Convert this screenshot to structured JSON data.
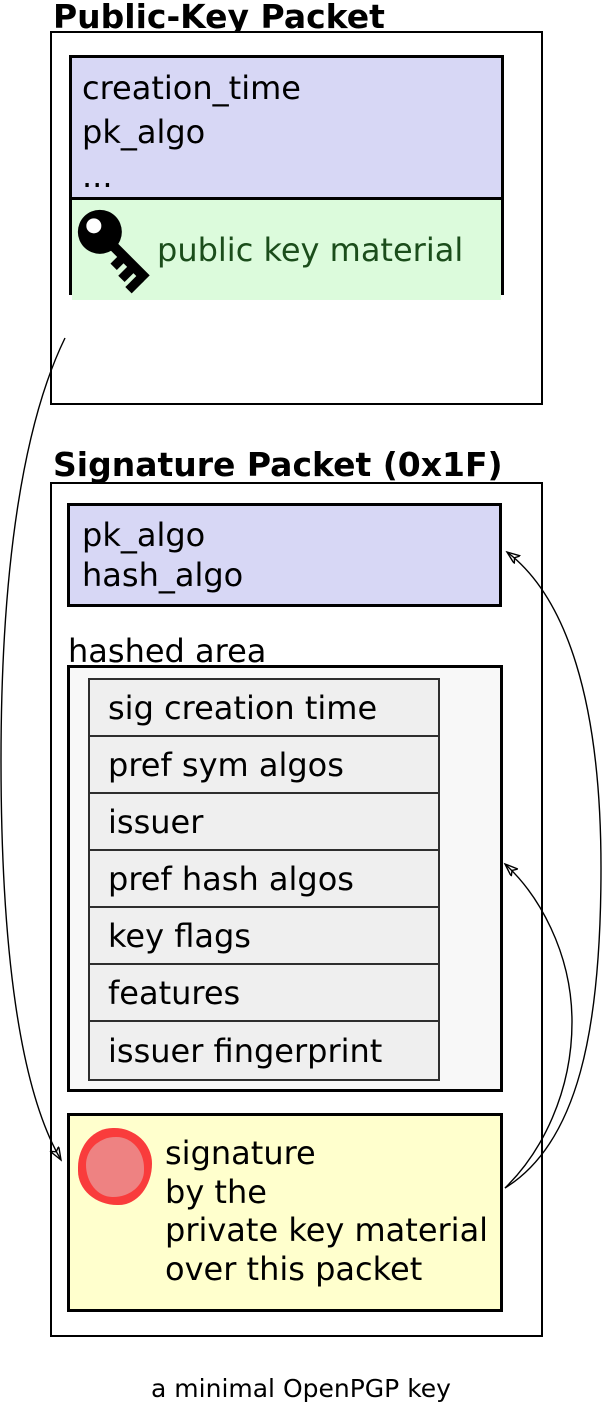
{
  "diagram": {
    "caption": "a minimal OpenPGP key",
    "colors": {
      "packet_header_fill": "#d7d7f5",
      "key_material_fill": "#dcfbdc",
      "key_material_text": "#1b4d1b",
      "hashed_area_fill": "#f8f8f8",
      "subpacket_row_fill": "#efefef",
      "signature_fill": "#ffffcd",
      "seal_outer": "#f93c3c",
      "seal_inner": "#ee8282"
    },
    "public_key_packet": {
      "title": "Public-Key Packet",
      "fields": [
        "creation_time",
        "pk_algo",
        "..."
      ],
      "key_material_label": "public key material"
    },
    "signature_packet": {
      "title": "Signature Packet (0x1F)",
      "fields": [
        "pk_algo",
        "hash_algo"
      ],
      "hashed_area_label": "hashed area",
      "hashed_subpackets": [
        "sig creation time",
        "pref sym algos",
        "issuer",
        "pref hash algos",
        "key flags",
        "features",
        "issuer fingerprint"
      ],
      "signature_lines": [
        "signature",
        "by the",
        "private key material",
        "over this packet"
      ]
    }
  }
}
